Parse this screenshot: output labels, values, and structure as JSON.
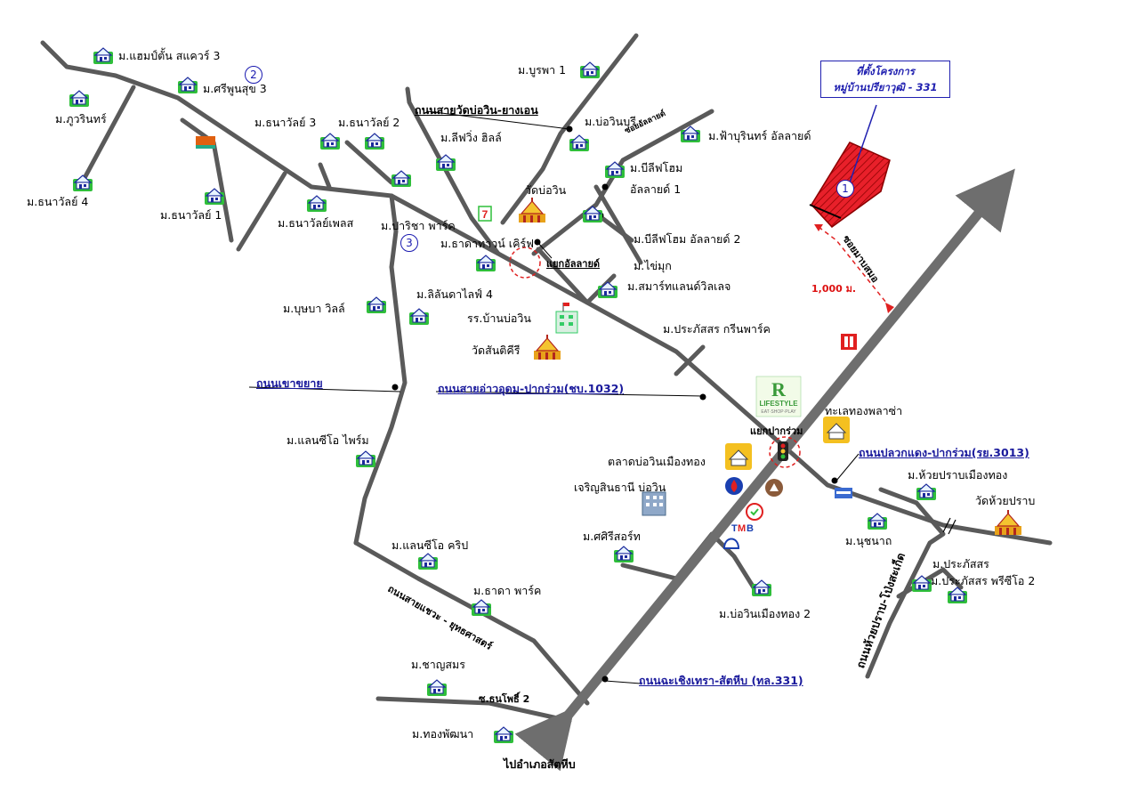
{
  "villages": [
    "ม.แฮมป์ตั้น สแควร์ 3",
    "ม.ศรีพูนสุข 3",
    "ม.ภูวรินทร์",
    "ม.ธนาวัลย์ 4",
    "ม.ธนาวัลย์ 1",
    "ม.ธนาวัลย์ 3",
    "ม.ธนาวัลย์ 2",
    "ม.ธนาวัลย์เพลส",
    "ม.ปาริชา พาร์ค",
    "ม.บูรพา 1",
    "ม.ลีฟวิ่ง ฮิลล์",
    "ม.บ่อวินบุรี",
    "ม.ฟ้าบุรินทร์ อัลลายด์",
    "ม.บีลีฟโฮม",
    "อัลลายด์ 1",
    "ม.บีลีฟโฮม อัลลายด์ 2",
    "ม.ไข่มุก",
    "ม.ธาดาทาวน์ เคิร์ฟ",
    "ม.สมาร์ทแลนด์วิลเลจ",
    "ม.บุษบา วิลล์",
    "ม.ลิลันดาไลฟ์ 4",
    "ม.ประภัสสร กรีนพาร์ค",
    "ม.แลนซีโอ ไพร์ม",
    "ม.แลนซีโอ คริป",
    "ม.ธาดา พาร์ค",
    "ม.ชาญสมร",
    "ม.ทองพัฒนา",
    "ม.ศศิรีสอร์ท",
    "ม.บ่อวินเมืองทอง 2",
    "ม.ห้วยปราบเมืองทอง",
    "ม.นุชนาถ",
    "ม.ประภัสสร",
    "ม.ประภัสสร พรีซีโอ 2"
  ],
  "places": {
    "wat_bowin": "วัดบ่อวิน",
    "school": "รร.บ้านบ่อวิน",
    "wat_santikiri": "วัดสันติคีรี",
    "talat": "ตลาดบ่อวินเมืองทอง",
    "charoen": "เจริญสินธานี บ่อวิน",
    "phlaza": "ทะเลทองพลาซ่า",
    "wat_huaiprap": "วัดห้วยปราบ",
    "tmb": "TMB",
    "lifestyle": "LIFESTYLE",
    "lifestyle_sub": "EAT·SHOP·PLAY"
  },
  "roads": {
    "sai_wat": "ถนนสายวัดบ่อวิน-ยางเอน",
    "soi_allied": "ซอยอัลลายด์",
    "yaek_allied": "แยกอัลลายด์",
    "khao_khayai": "ถนนเขาขยาย",
    "ao_udom": "ถนนสายอ่าวอุดม-ปากร่วม(ชบ.1032)",
    "yaek_pakruam": "แยกปากร่วม",
    "pluak_daeng": "ถนนปลวกแดง-ปากร่วม(รย.3013)",
    "huaiprap": "ถนนห้วยปราบ-โป่งสะเก็ด",
    "chachoeng": "ถนนฉะเชิงเทรา-สัตหีบ (ทล.331)",
    "saeng": "ถนนสายแชวะ - ยุทธศาสตร์",
    "thanapho": "ซ.ธนโพธิ์ 2",
    "to_sattahip": "ไปอำเภอสัตหีบ",
    "soi_map_somo": "ซอยมาบสมอ",
    "distance": "1,000 ม."
  },
  "callout": {
    "line1": "ที่ตั้งโครงการ",
    "line2": "หมู่บ้านปรียาวุฒิ - 331"
  },
  "markers": [
    "1",
    "2",
    "3"
  ],
  "colors": {
    "highway": "#6e6e6e",
    "road": "#5a5a5a",
    "project": "#e8202a",
    "callout": "#2020b0",
    "label_blue": "#1a1a9c",
    "dash_red": "#e02020"
  },
  "icons": [
    "house-icon",
    "temple-icon",
    "school-icon",
    "traffic-light-icon",
    "seven-eleven-icon",
    "market-icon",
    "bank-icon"
  ]
}
